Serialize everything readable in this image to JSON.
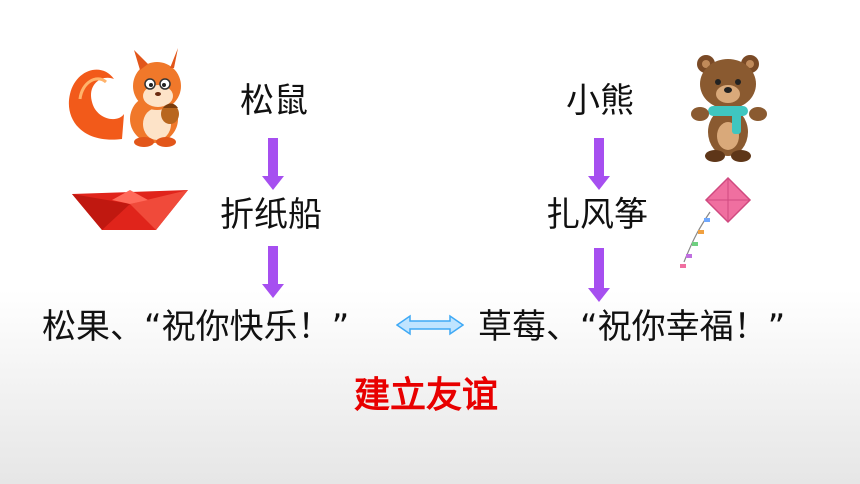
{
  "left": {
    "character": "松鼠",
    "activity": "折纸船",
    "gift": "松果、“祝你快乐！”"
  },
  "right": {
    "character": "小熊",
    "activity": "扎风筝",
    "gift": "草莓、“祝你幸福！”"
  },
  "result": "建立友谊",
  "colors": {
    "arrow": "#a64ff0",
    "double_arrow": "#3fa9f5",
    "result": "#e80000"
  },
  "icons": [
    "squirrel-icon",
    "paper-boat-icon",
    "bear-icon",
    "kite-icon"
  ]
}
